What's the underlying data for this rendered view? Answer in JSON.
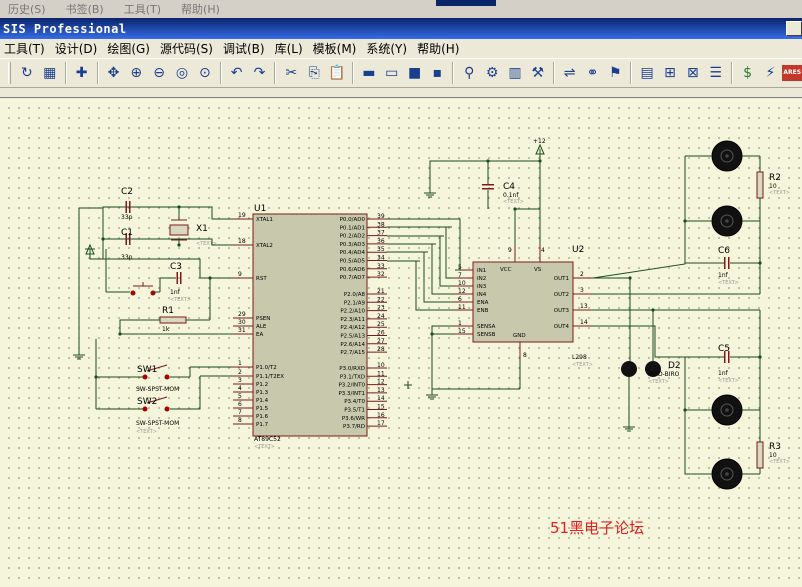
{
  "top_menu": [
    "历史(S)",
    "书签(B)",
    "工具(T)",
    "帮助(H)"
  ],
  "window": {
    "title": "SIS Professional"
  },
  "menu": [
    "工具(T)",
    "设计(D)",
    "绘图(G)",
    "源代码(S)",
    "调试(B)",
    "库(L)",
    "模板(M)",
    "系统(Y)",
    "帮助(H)"
  ],
  "toolbar_groups": [
    [
      "refresh-icon",
      "grid-icon"
    ],
    [
      "origin-icon"
    ],
    [
      "pan-icon",
      "zoom-in-icon",
      "zoom-out-icon",
      "zoom-all-icon",
      "zoom-area-icon"
    ],
    [
      "undo-icon",
      "redo-icon"
    ],
    [
      "cut-icon",
      "copy-icon",
      "paste-icon"
    ],
    [
      "block-copy-icon",
      "block-move-icon",
      "block-rotate-icon",
      "block-delete-icon"
    ],
    [
      "pick-device-icon",
      "make-device-icon",
      "packaging-icon",
      "decompose-icon"
    ],
    [
      "wire-autorouter-icon",
      "search-tag-icon",
      "property-tool-icon"
    ],
    [
      "new-sheet-icon",
      "remove-sheet-icon",
      "netlist-icon",
      "bill-of-materials-icon"
    ],
    [
      "electrical-rule-check-icon",
      "netlist-to-ares-icon",
      "ares-icon"
    ]
  ],
  "toolbar_glyphs": {
    "refresh-icon": "↻",
    "grid-icon": "▦",
    "origin-icon": "✚",
    "pan-icon": "✥",
    "zoom-in-icon": "⊕",
    "zoom-out-icon": "⊖",
    "zoom-all-icon": "◎",
    "zoom-area-icon": "⊙",
    "undo-icon": "↶",
    "redo-icon": "↷",
    "cut-icon": "✂",
    "copy-icon": "⎘",
    "paste-icon": "📋",
    "block-copy-icon": "▬",
    "block-move-icon": "▭",
    "block-rotate-icon": "■",
    "block-delete-icon": "▪",
    "pick-device-icon": "⚲",
    "make-device-icon": "⚙",
    "packaging-icon": "▥",
    "decompose-icon": "⚒",
    "wire-autorouter-icon": "⇌",
    "search-tag-icon": "⚭",
    "property-tool-icon": "⚑",
    "new-sheet-icon": "▤",
    "remove-sheet-icon": "⊞",
    "netlist-icon": "⊠",
    "bill-of-materials-icon": "☰",
    "electrical-rule-check-icon": "$",
    "netlist-to-ares-icon": "⚡",
    "ares-icon": "ARES"
  },
  "schematic": {
    "components": {
      "u1": {
        "ref": "U1",
        "part": "AT89C52",
        "text": "<TEXT>"
      },
      "u2": {
        "ref": "U2",
        "part": "L298",
        "text": "<TEXT>"
      },
      "c1": {
        "ref": "C1",
        "value": "33p"
      },
      "c2": {
        "ref": "C2",
        "value": "33p"
      },
      "c3": {
        "ref": "C3",
        "value": "1nf"
      },
      "c4": {
        "ref": "C4",
        "value": "0.1nf"
      },
      "c5": {
        "ref": "C5",
        "value": "1nf"
      },
      "c6": {
        "ref": "C6",
        "value": "1nf"
      },
      "x1": {
        "ref": "X1"
      },
      "r1": {
        "ref": "R1",
        "value": "1k"
      },
      "r2": {
        "ref": "R2",
        "value": "10"
      },
      "r3": {
        "ref": "R3",
        "value": "10"
      },
      "d2": {
        "ref": "D2",
        "value": "IRBD-BIRO"
      },
      "sw1": {
        "ref": "SW1",
        "part": "SW-SPST-MOM"
      },
      "sw2": {
        "ref": "SW2",
        "part": "SW-SPST-MOM"
      },
      "vcc": {
        "label": "+12"
      }
    },
    "tag": "<TEXT>",
    "u1_left_pins": [
      {
        "num": "19",
        "label": "XTAL1"
      },
      {
        "num": "18",
        "label": "XTAL2"
      },
      {
        "num": "9",
        "label": "RST"
      },
      {
        "num": "29",
        "label": "PSEN"
      },
      {
        "num": "30",
        "label": "ALE"
      },
      {
        "num": "31",
        "label": "EA"
      },
      {
        "num": "1",
        "label": "P1.0/T2"
      },
      {
        "num": "2",
        "label": "P1.1/T2EX"
      },
      {
        "num": "3",
        "label": "P1.2"
      },
      {
        "num": "4",
        "label": "P1.3"
      },
      {
        "num": "5",
        "label": "P1.4"
      },
      {
        "num": "6",
        "label": "P1.5"
      },
      {
        "num": "7",
        "label": "P1.6"
      },
      {
        "num": "8",
        "label": "P1.7"
      }
    ],
    "u1_right_pins": [
      {
        "num": "39",
        "label": "P0.0/AD0"
      },
      {
        "num": "38",
        "label": "P0.1/AD1"
      },
      {
        "num": "37",
        "label": "P0.2/AD2"
      },
      {
        "num": "36",
        "label": "P0.3/AD3"
      },
      {
        "num": "35",
        "label": "P0.4/AD4"
      },
      {
        "num": "34",
        "label": "P0.5/AD5"
      },
      {
        "num": "33",
        "label": "P0.6/AD6"
      },
      {
        "num": "32",
        "label": "P0.7/AD7"
      },
      {
        "num": "21",
        "label": "P2.0/A8"
      },
      {
        "num": "22",
        "label": "P2.1/A9"
      },
      {
        "num": "23",
        "label": "P2.2/A10"
      },
      {
        "num": "24",
        "label": "P2.3/A11"
      },
      {
        "num": "25",
        "label": "P2.4/A12"
      },
      {
        "num": "26",
        "label": "P2.5/A13"
      },
      {
        "num": "27",
        "label": "P2.6/A14"
      },
      {
        "num": "28",
        "label": "P2.7/A15"
      },
      {
        "num": "10",
        "label": "P3.0/RXD"
      },
      {
        "num": "11",
        "label": "P3.1/TXD"
      },
      {
        "num": "12",
        "label": "P3.2/INT0"
      },
      {
        "num": "13",
        "label": "P3.3/INT1"
      },
      {
        "num": "14",
        "label": "P3.4/T0"
      },
      {
        "num": "15",
        "label": "P3.5/T1"
      },
      {
        "num": "16",
        "label": "P3.6/WR"
      },
      {
        "num": "17",
        "label": "P3.7/RD"
      }
    ],
    "u2_left_pins": [
      {
        "num": "5",
        "label": "IN1"
      },
      {
        "num": "7",
        "label": "IN2"
      },
      {
        "num": "10",
        "label": "IN3"
      },
      {
        "num": "12",
        "label": "IN4"
      },
      {
        "num": "6",
        "label": "ENA"
      },
      {
        "num": "11",
        "label": "ENB"
      },
      {
        "num": "1",
        "label": "SENSA"
      },
      {
        "num": "15",
        "label": "SENSB"
      }
    ],
    "u2_top": {
      "vcc": "VCC",
      "vs": "VS",
      "pin9": "9",
      "pin4": "4"
    },
    "u2_bottom": {
      "gnd": "GND",
      "pin8": "8"
    },
    "u2_right_pins": [
      {
        "num": "2",
        "label": "OUT1"
      },
      {
        "num": "3",
        "label": "OUT2"
      },
      {
        "num": "13",
        "label": "OUT3"
      },
      {
        "num": "14",
        "label": "OUT4"
      }
    ],
    "watermark": "51黑电子论坛"
  }
}
